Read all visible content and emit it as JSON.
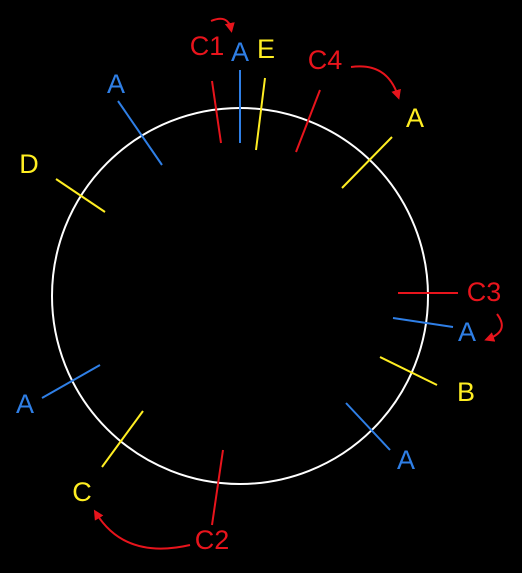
{
  "colors": {
    "background": "#000000",
    "circle": "#ffffff",
    "blue": "#2f7fe6",
    "yellow": "#ffee22",
    "red": "#e8141c"
  },
  "markers": [
    {
      "id": "c1",
      "label": "C1",
      "color": "red"
    },
    {
      "id": "a1",
      "label": "A",
      "color": "blue"
    },
    {
      "id": "e",
      "label": "E",
      "color": "yellow"
    },
    {
      "id": "c4",
      "label": "C4",
      "color": "red"
    },
    {
      "id": "a2",
      "label": "A",
      "color": "yellow"
    },
    {
      "id": "c3",
      "label": "C3",
      "color": "red"
    },
    {
      "id": "a3",
      "label": "A",
      "color": "blue"
    },
    {
      "id": "b",
      "label": "B",
      "color": "yellow"
    },
    {
      "id": "a4",
      "label": "A",
      "color": "blue"
    },
    {
      "id": "c2",
      "label": "C2",
      "color": "red"
    },
    {
      "id": "c",
      "label": "C",
      "color": "yellow"
    },
    {
      "id": "a5",
      "label": "A",
      "color": "blue"
    },
    {
      "id": "d",
      "label": "D",
      "color": "yellow"
    },
    {
      "id": "a6",
      "label": "A",
      "color": "blue"
    }
  ],
  "arrows": [
    {
      "id": "c1-arrow",
      "color": "red"
    },
    {
      "id": "c4-arrow",
      "color": "red"
    },
    {
      "id": "c3-arrow",
      "color": "red"
    },
    {
      "id": "c2-arrow",
      "color": "red"
    }
  ]
}
